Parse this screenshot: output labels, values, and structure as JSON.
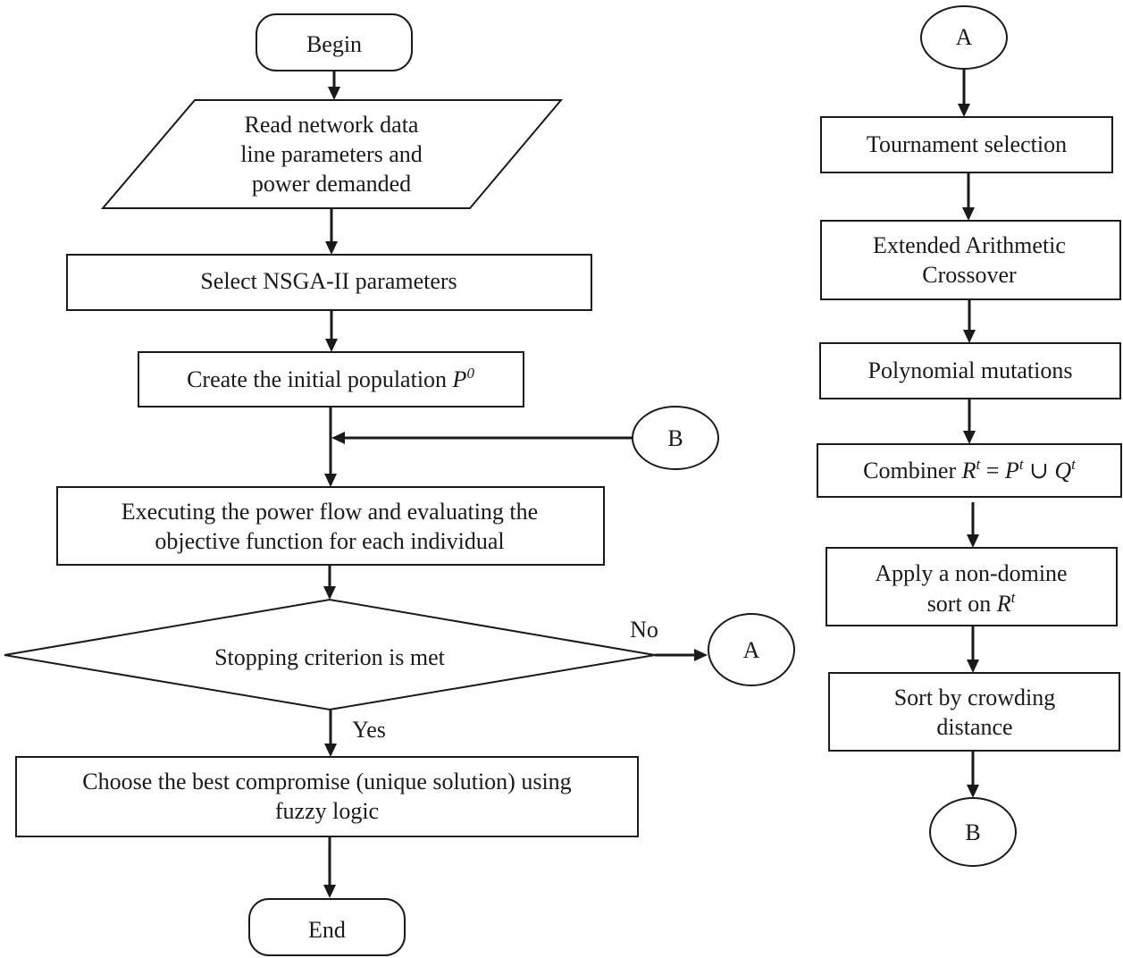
{
  "left_flow": {
    "begin": "Begin",
    "read_data": [
      "Read network data",
      "line parameters and",
      "power demanded"
    ],
    "select_params": "Select NSGA-II parameters",
    "create_population": {
      "text": "Create the initial population ",
      "symbol": "P",
      "superscript": "0"
    },
    "connector_b": "B",
    "execute": [
      "Executing the power flow and evaluating the",
      "objective function for each individual"
    ],
    "stopping": "Stopping criterion is met",
    "no_label": "No",
    "yes_label": "Yes",
    "connector_a": "A",
    "choose_best": [
      "Choose the best compromise (unique solution) using",
      "fuzzy logic"
    ],
    "end": "End"
  },
  "right_flow": {
    "connector_a": "A",
    "tournament": "Tournament selection",
    "crossover": [
      "Extended Arithmetic",
      "Crossover"
    ],
    "mutation": "Polynomial mutations",
    "combiner": {
      "text": "Combiner ",
      "r": "R",
      "eq": " = ",
      "p": "P",
      "union": " ∪ ",
      "q": "Q",
      "sup": "t"
    },
    "nondom_sort": {
      "line1": "Apply a non-domine",
      "line2": "sort on ",
      "symbol": "R",
      "sup": "t"
    },
    "crowding": [
      "Sort by crowding",
      "distance"
    ],
    "connector_b": "B"
  }
}
